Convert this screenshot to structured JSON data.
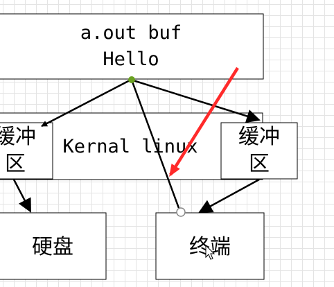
{
  "nodes": {
    "aout_buf": {
      "line1": "a.out buf",
      "line2": "Hello"
    },
    "kernel": {
      "label": "Kernal linux"
    },
    "buffer_left": {
      "line1": "缓冲",
      "line2": "区"
    },
    "buffer_right": {
      "line1": "缓冲",
      "line2": "区"
    },
    "disk": {
      "label": "硬盘"
    },
    "terminal": {
      "label": "终端"
    }
  },
  "colors": {
    "stroke": "#000000",
    "fill": "#ffffff",
    "connection_point": "#6aa121",
    "annotation_arrow": "#ff2a2a",
    "grid": "#e4e4e4"
  },
  "icons": {
    "cursor": "mouse-pointer-icon"
  }
}
